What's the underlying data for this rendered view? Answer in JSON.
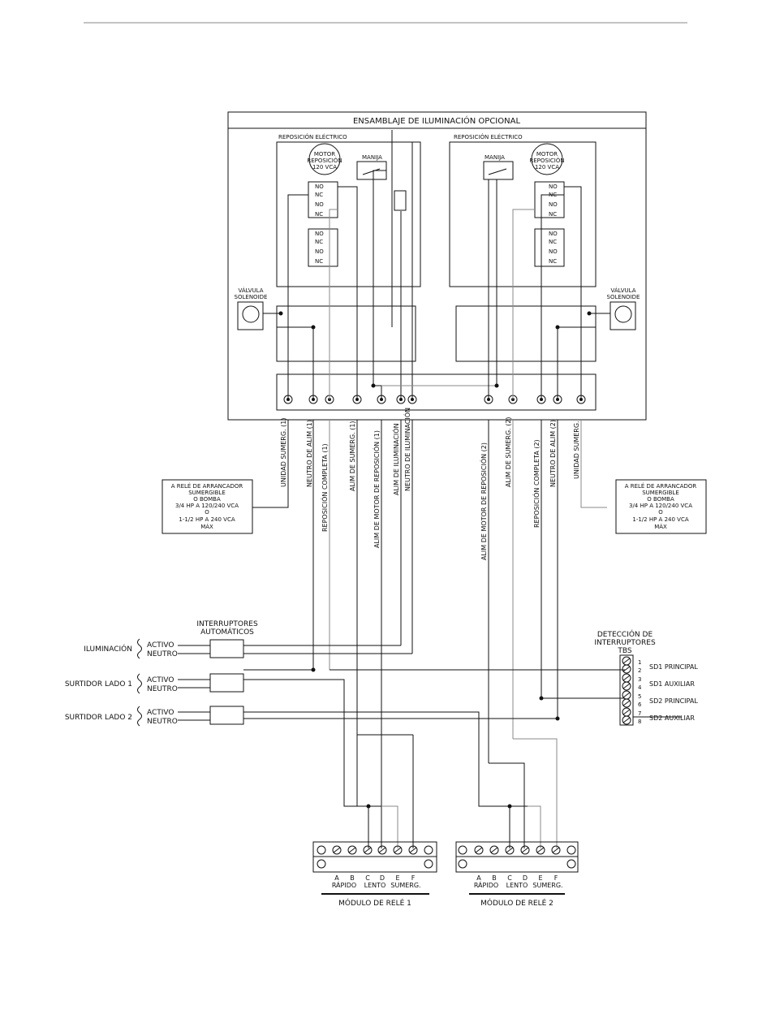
{
  "assembly_title": "ENSAMBLAJE DE ILUMINACIÓN OPCIONAL",
  "left_reset": {
    "title": "REPOSICIÓN ELÉCTRICO",
    "motor": [
      "MOTOR",
      "REPOSICIÓN",
      "120 VCA"
    ],
    "handle": "MANIJA",
    "contacts": [
      "NO",
      "NC",
      "NO",
      "NC"
    ]
  },
  "right_reset": {
    "title": "REPOSICIÓN ELÉCTRICO",
    "motor": [
      "MOTOR",
      "REPOSICIÓN",
      "120 VCA"
    ],
    "handle": "MANIJA",
    "contacts": [
      "NO",
      "NC",
      "NO",
      "NC"
    ]
  },
  "valve_left": [
    "VÁLVULA",
    "SOLENOIDE"
  ],
  "valve_right": [
    "VÁLVULA",
    "SOLENOIDE"
  ],
  "wire_labels_left": [
    "UNIDAD SUMERG. (1)",
    "NEUTRO DE ALIM (1)",
    "REPOSICIÓN COMPLETA (1)",
    "ALIM DE SUMERG. (1)",
    "ALIM DE MOTOR DE REPOSICIÓN (1)",
    "ALIM DE ILUMINACIÓN",
    "NEUTRO DE ILUMINACIÓN"
  ],
  "wire_labels_right": [
    "ALIM DE MOTOR DE REPOSICIÓN (2)",
    "ALIM DE SUMERG. (2)",
    "REPOSICIÓN COMPLETA (2)",
    "NEUTRO DE ALIM (2)",
    "UNIDAD SUMERG."
  ],
  "relay_note_left": [
    "A RELÉ DE ARRANCADOR",
    "SUMERGIBLE",
    "O BOMBA",
    "3/4 HP A 120/240 VCA",
    "O",
    "1-1/2 HP A 240 VCA",
    "MÁX"
  ],
  "relay_note_right": [
    "A RELÉ DE ARRANCADOR",
    "SUMERGIBLE",
    "O BOMBA",
    "3/4 HP A 120/240 VCA",
    "O",
    "1-1/2 HP A 240 VCA",
    "MÁX"
  ],
  "breakers_title": [
    "INTERRUPTORES",
    "AUTOMÁTICOS"
  ],
  "sources": [
    {
      "name": "ILUMINACIÓN",
      "active": "ACTIVO",
      "neutral": "NEUTRO"
    },
    {
      "name": "SURTIDOR LADO 1",
      "active": "ACTIVO",
      "neutral": "NEUTRO"
    },
    {
      "name": "SURTIDOR LADO 2",
      "active": "ACTIVO",
      "neutral": "NEUTRO"
    }
  ],
  "detection": {
    "title": [
      "DETECCIÓN DE",
      "INTERRUPTORES"
    ],
    "tbs": "TBS",
    "terminals": [
      "1",
      "2",
      "3",
      "4",
      "5",
      "6",
      "7",
      "8"
    ],
    "groups": [
      "SD1 PRINCIPAL",
      "SD1 AUXILIAR",
      "SD2 PRINCIPAL",
      "SD2 AUXILIAR"
    ]
  },
  "module1": {
    "title": "MÓDULO DE RELÉ 1",
    "letters": [
      "A",
      "B",
      "C",
      "D",
      "E",
      "F"
    ],
    "groups": [
      "RÁPIDO",
      "LENTO",
      "SUMERG."
    ]
  },
  "module2": {
    "title": "MÓDULO DE RELÉ 2",
    "letters": [
      "A",
      "B",
      "C",
      "D",
      "E",
      "F"
    ],
    "groups": [
      "RÁPIDO",
      "LENTO",
      "SUMERG."
    ]
  }
}
